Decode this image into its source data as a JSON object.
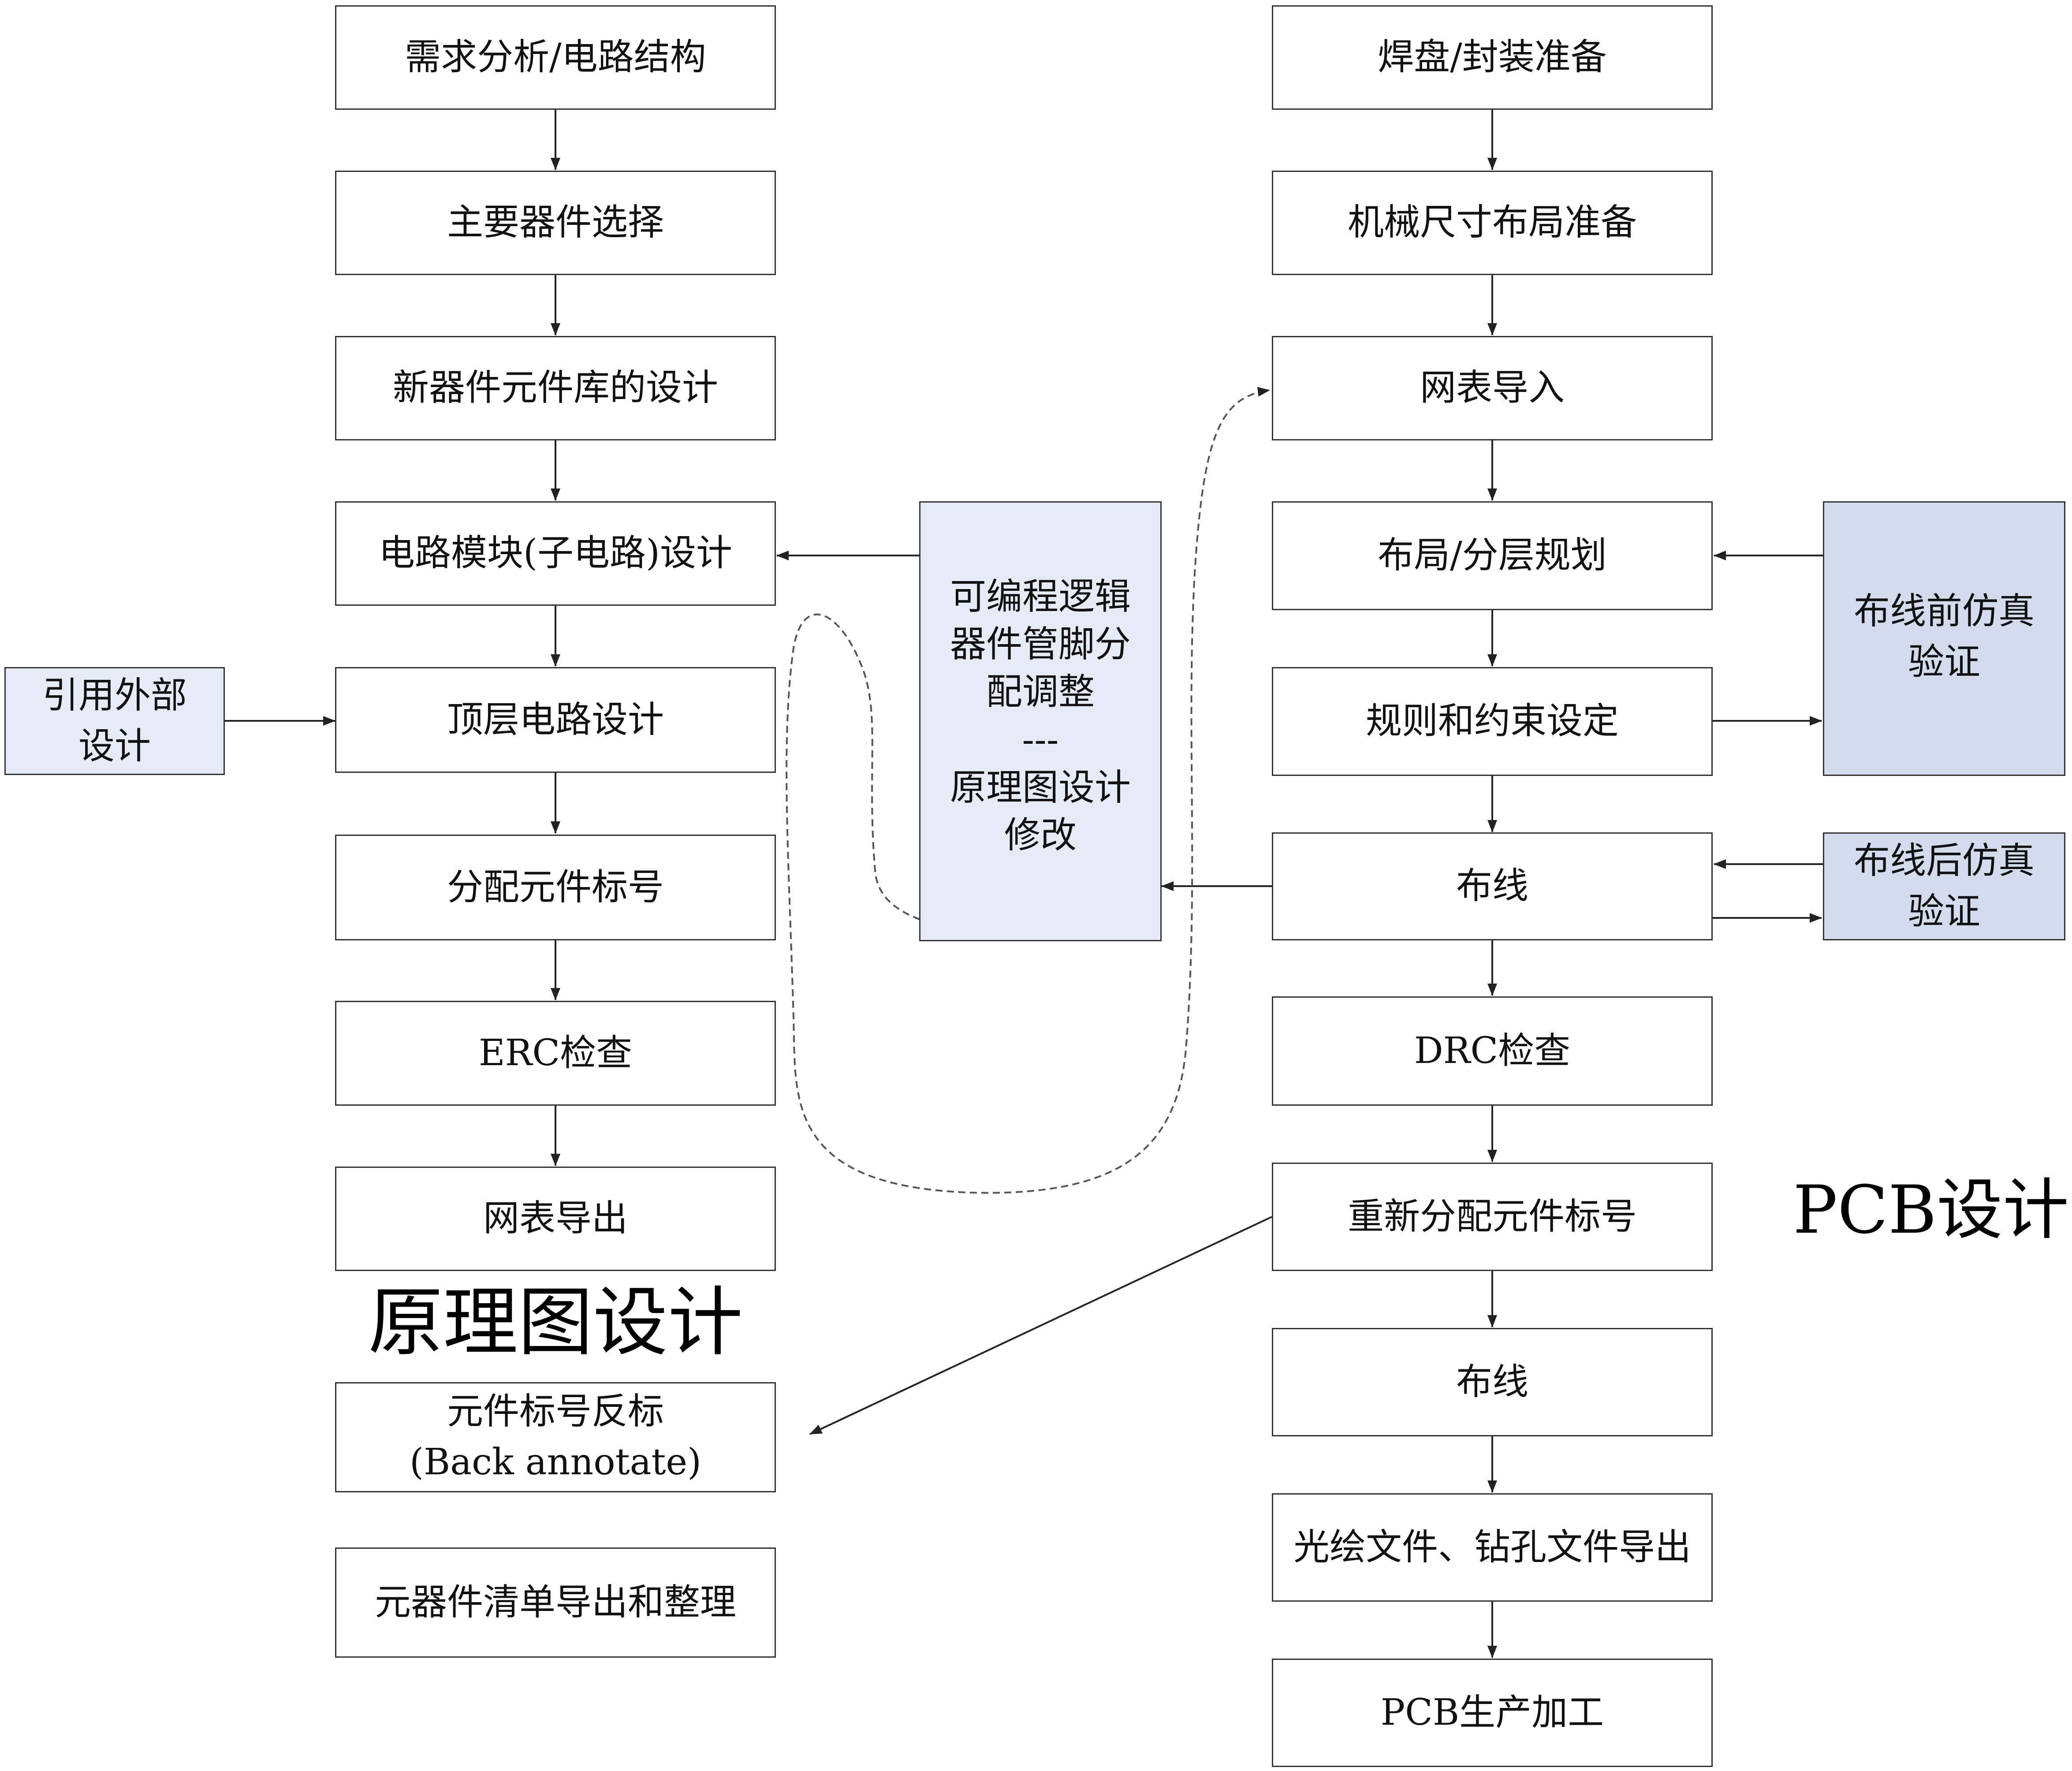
{
  "schematic": {
    "title": "原理图设计",
    "steps": [
      "需求分析/电路结构",
      "主要器件选择",
      "新器件元件库的设计",
      "电路模块(子电路)设计",
      "顶层电路设计",
      "分配元件标号",
      "ERC检查",
      "网表导出"
    ],
    "back_annotate": [
      "元件标号反标",
      "(Back annotate)"
    ],
    "bom_export": "元器件清单导出和整理",
    "external": [
      "引用外部",
      "设计"
    ]
  },
  "middle": {
    "lines": [
      "可编程逻辑",
      "器件管脚分",
      "配调整",
      "---",
      "原理图设计",
      "修改"
    ]
  },
  "pcb": {
    "title": "PCB设计",
    "steps": [
      "焊盘/封装准备",
      "机械尺寸布局准备",
      "网表导入",
      "布局/分层规划",
      "规则和约束设定",
      "布线",
      "DRC检查",
      "重新分配元件标号",
      "布线",
      "光绘文件、钻孔文件导出",
      "PCB生产加工"
    ],
    "pre_sim": [
      "布线前仿真",
      "验证"
    ],
    "post_sim": [
      "布线后仿真",
      "验证"
    ]
  },
  "colors": {
    "box_fill": "#ffffff",
    "side_fill_light": "#e6ecf7",
    "side_fill_dark": "#d3dcec",
    "stroke": "#333333"
  }
}
